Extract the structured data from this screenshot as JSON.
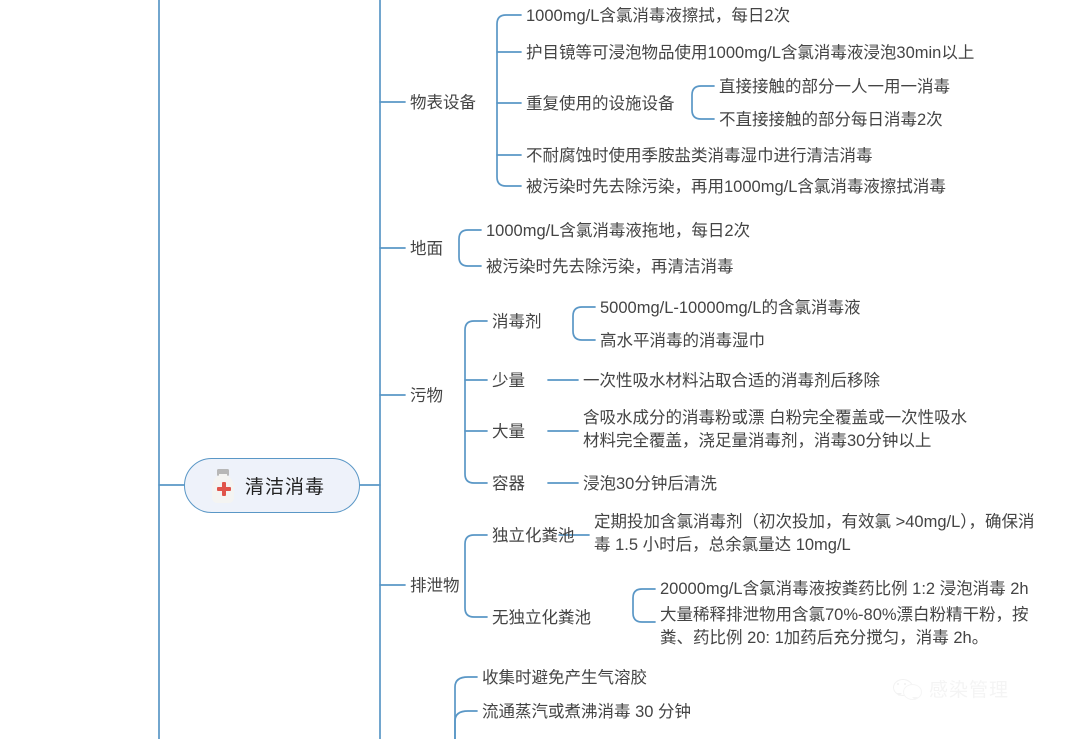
{
  "center": {
    "label": "清洁消毒",
    "icon": "medicine-bottle-icon",
    "fill": "#eef2fa",
    "border": "#5a97c6"
  },
  "theme": {
    "line_color": "#5a97c6",
    "text_color": "#444444",
    "background": "#ffffff"
  },
  "branches": [
    {
      "label": "物表设备",
      "children": [
        {
          "label": "1000mg/L含氯消毒液擦拭，每日2次"
        },
        {
          "label": "护目镜等可浸泡物品使用1000mg/L含氯消毒液浸泡30min以上"
        },
        {
          "label": "重复使用的设施设备",
          "children": [
            {
              "label": "直接接触的部分一人一用一消毒"
            },
            {
              "label": "不直接接触的部分每日消毒2次"
            }
          ]
        },
        {
          "label": "不耐腐蚀时使用季胺盐类消毒湿巾进行清洁消毒"
        },
        {
          "label": "被污染时先去除污染，再用1000mg/L含氯消毒液擦拭消毒"
        }
      ]
    },
    {
      "label": "地面",
      "children": [
        {
          "label": "1000mg/L含氯消毒液拖地，每日2次"
        },
        {
          "label": "被污染时先去除污染，再清洁消毒"
        }
      ]
    },
    {
      "label": "污物",
      "children": [
        {
          "label": "消毒剂",
          "children": [
            {
              "label": "5000mg/L-10000mg/L的含氯消毒液"
            },
            {
              "label": "高水平消毒的消毒湿巾"
            }
          ]
        },
        {
          "label": "少量",
          "children": [
            {
              "label": "一次性吸水材料沾取合适的消毒剂后移除"
            }
          ]
        },
        {
          "label": "大量",
          "children": [
            {
              "label": "含吸水成分的消毒粉或漂 白粉完全覆盖或一次性吸水材料完全覆盖，浇足量消毒剂，消毒30分钟以上"
            }
          ]
        },
        {
          "label": "容器",
          "children": [
            {
              "label": "浸泡30分钟后清洗"
            }
          ]
        }
      ]
    },
    {
      "label": "排泄物",
      "children": [
        {
          "label": "独立化粪池",
          "children": [
            {
              "label": "定期投加含氯消毒剂（初次投加，有效氯 >40mg/L），确保消毒 1.5 小时后，总余氯量达 10mg/L"
            }
          ]
        },
        {
          "label": "无独立化粪池",
          "children": [
            {
              "label": "20000mg/L含氯消毒液按粪药比例 1:2 浸泡消毒 2h"
            },
            {
              "label": "大量稀释排泄物用含氯70%-80%漂白粉精干粉，按粪、药比例 20: 1加药后充分搅匀，消毒 2h。"
            }
          ]
        }
      ]
    },
    {
      "label": "",
      "children": [
        {
          "label": "收集时避免产生气溶胶"
        },
        {
          "label": "流通蒸汽或煮沸消毒 30 分钟"
        }
      ]
    }
  ],
  "watermark": {
    "text": "感染管理",
    "icon": "wechat-icon"
  }
}
